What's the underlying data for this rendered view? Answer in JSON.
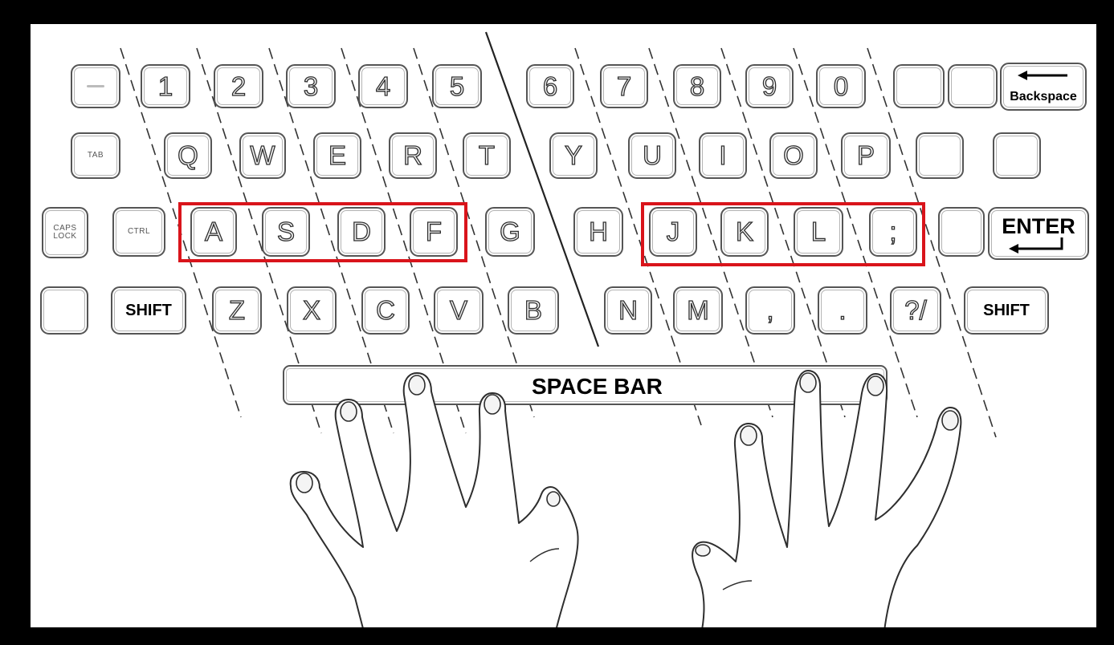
{
  "row1": {
    "keys": [
      "1",
      "2",
      "3",
      "4",
      "5",
      "6",
      "7",
      "8",
      "9",
      "0"
    ],
    "backspace": "Backspace"
  },
  "row2": {
    "tab": "TAB",
    "keys": [
      "Q",
      "W",
      "E",
      "R",
      "T",
      "Y",
      "U",
      "I",
      "O",
      "P"
    ]
  },
  "row3": {
    "caps_lock": "CAPS LOCK",
    "ctrl": "CTRL",
    "keys": [
      "A",
      "S",
      "D",
      "F",
      "G",
      "H",
      "J",
      "K",
      "L",
      ";"
    ],
    "enter": "ENTER"
  },
  "row4": {
    "shift_left": "SHIFT",
    "keys": [
      "Z",
      "X",
      "C",
      "V",
      "B",
      "N",
      "M",
      ",",
      ".",
      "?/"
    ],
    "shift_right": "SHIFT"
  },
  "space_bar": "SPACE BAR",
  "colors": {
    "home_row_highlight": "#d9141b",
    "frame": "#000000",
    "line_art": "#2e2e2e"
  }
}
